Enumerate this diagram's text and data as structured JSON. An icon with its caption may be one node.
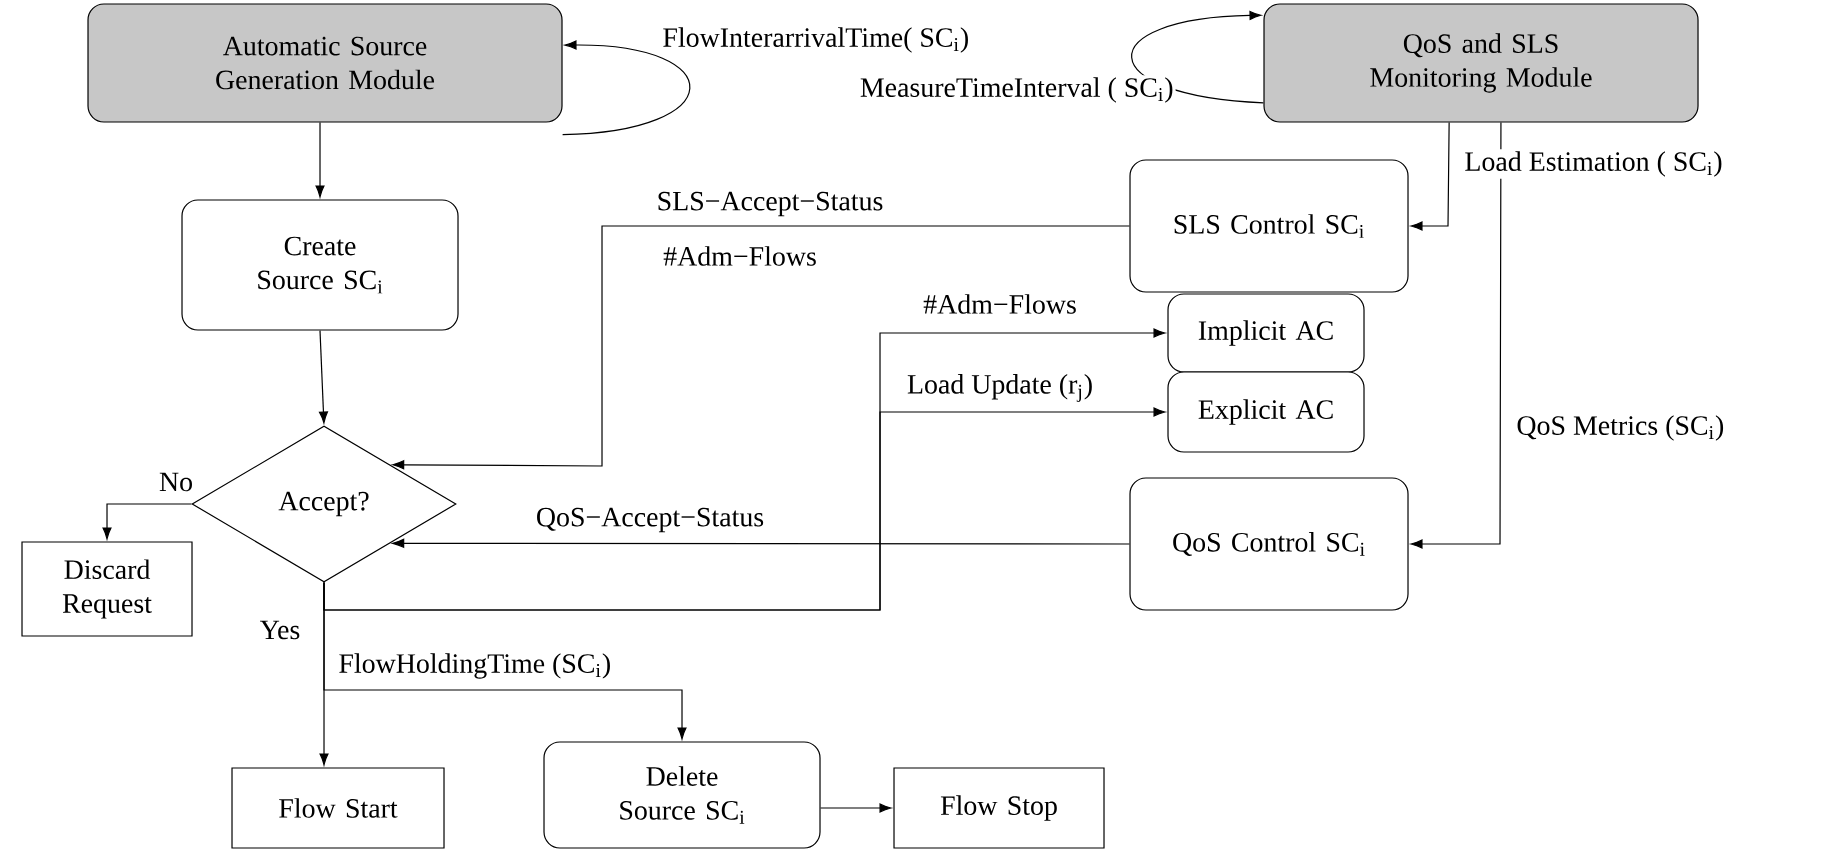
{
  "diagram": {
    "nodes": [
      {
        "text": [
          "Automatic Source Generation Module"
        ]
      },
      {
        "text": [
          "QoS and SLS Monitoring Module"
        ]
      },
      {
        "text": [
          "Create Source SC$_{i}$"
        ]
      },
      {
        "text": [
          "Accept?"
        ]
      },
      {
        "text": [
          "Discard Request"
        ]
      },
      {
        "text": [
          "SLS Control SC$_{i}$"
        ]
      },
      {
        "text": [
          "Implicit AC"
        ]
      },
      {
        "text": [
          "Explicit AC"
        ]
      },
      {
        "text": [
          "QoS Control SC$_{i}$"
        ]
      },
      {
        "text": [
          "Flow Start"
        ]
      },
      {
        "text": [
          "Delete Source SC$_{i}$"
        ]
      },
      {
        "text": [
          "Flow Stop"
        ]
      }
    ],
    "edges": [
      {
        "from": 0,
        "to": 0,
        "arrow": "to",
        "label": "FlowInterarrivalTime( SC$_{i}$)"
      },
      {
        "from": 1,
        "to": 1,
        "arrow": "to",
        "label": "MeasureTimeInterval ( SC$_{i}$)"
      },
      {
        "from": 0,
        "to": 2,
        "arrow": "to"
      },
      {
        "from": 2,
        "to": 3,
        "arrow": "to"
      },
      {
        "from": 5,
        "to": 3,
        "arrow": "to",
        "label": "SLS−Accept−Status"
      },
      {
        "from": 1,
        "to": 5,
        "arrow": "to",
        "label": "Load Estimation ( SC$_{i}$)"
      },
      {
        "from": 1,
        "to": 8,
        "arrow": "to",
        "label": "QoS Metrics (SC$_{i}$)"
      },
      {
        "from": 8,
        "to": 3,
        "arrow": "to",
        "label": "QoS−Accept−Status"
      },
      {
        "from": 3,
        "to": 6,
        "arrow": "to",
        "label": "#Adm−Flows"
      },
      {
        "from": 3,
        "to": 7,
        "arrow": "to",
        "label": "Load Update (r$_{j}$)"
      },
      {
        "from": 3,
        "to": 9,
        "arrow": "to",
        "label": "Yes"
      },
      {
        "from": 3,
        "to": 10,
        "arrow": "to",
        "label": "FlowHoldingTime (SC$_{i}$)"
      },
      {
        "from": 3,
        "to": 4,
        "arrow": "to",
        "label": "No"
      },
      {
        "from": 10,
        "to": 11,
        "arrow": "to"
      }
    ],
    "labels": [
      "#Adm−Flows"
    ]
  }
}
